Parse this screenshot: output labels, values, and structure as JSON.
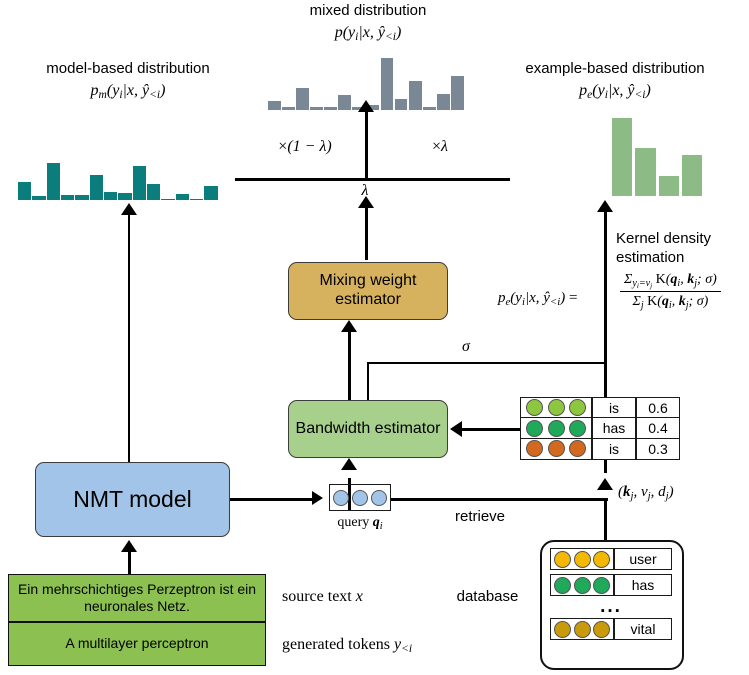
{
  "title": "knn-mt mixing diagram",
  "labels": {
    "model_based_title": "model-based distribution",
    "model_based_formula": "p_m(y_i|x, ŷ_<i)",
    "mixed_title": "mixed distribution",
    "mixed_formula": "p(y_i|x, ŷ_<i)",
    "example_based_title": "example-based distribution",
    "example_based_formula": "p_e(y_i|x, ŷ_<i)",
    "times_one_minus_lambda": "×(1 − λ)",
    "times_lambda": "×λ",
    "lambda": "λ",
    "sigma": "σ",
    "kde_title_line1": "Kernel density",
    "kde_title_line2": "estimation",
    "kde_lhs": "p_e(y_i|x, ŷ_<i) =",
    "kde_numerator": "Σ_{y_i=v_j} K(q_i, k_j; σ)",
    "kde_denominator": "Σ_j K(q_i, k_j; σ)",
    "retrieve": "retrieve",
    "query": "query q_i",
    "kvd_tuple": "(k_j, v_j, d_j)",
    "database": "database",
    "source_text": "source text x",
    "generated_tokens": "generated tokens y_<i"
  },
  "boxes": {
    "mixing_weight_estimator": "Mixing weight estimator",
    "bandwidth_estimator": "Bandwidth estimator",
    "nmt_model": "NMT model",
    "source_sentence": "Ein mehrschichtiges Perzeptron ist ein neuronales Netz.",
    "generated_sentence": "A multilayer perceptron"
  },
  "colors": {
    "teal": "#0c7d7d",
    "slate": "#7a8896",
    "green_hist": "#8cbb85",
    "gold_box": "#d6b25e",
    "green_box": "#a8d08d",
    "blue_box": "#a2c4e8",
    "src_green": "#8cc152",
    "dot_light_green": "#8dc63f",
    "dot_green": "#1eaa5a",
    "dot_orange": "#d2691e",
    "dot_yellow": "#f5b800",
    "dot_dark_yellow": "#c99a09",
    "dot_blue": "#a2c4e8"
  },
  "chart_data": [
    {
      "type": "bar",
      "name": "model-based distribution",
      "title": "model-based distribution p_m(y_i|x, ŷ_<i)",
      "color": "#0c7d7d",
      "values": [
        0.46,
        0.1,
        0.92,
        0.12,
        0.12,
        0.62,
        0.2,
        0.18,
        0.84,
        0.4,
        0.03,
        0.15,
        0.02,
        0.36
      ],
      "ylim": [
        0,
        1
      ]
    },
    {
      "type": "bar",
      "name": "mixed distribution",
      "title": "mixed distribution p(y_i|x, ŷ_<i)",
      "color": "#7a8896",
      "values": [
        0.18,
        0.05,
        0.42,
        0.06,
        0.06,
        0.28,
        0.05,
        0.1,
        1.0,
        0.22,
        0.56,
        0.05,
        0.3,
        0.66
      ],
      "ylim": [
        0,
        1
      ]
    },
    {
      "type": "bar",
      "name": "example-based distribution",
      "title": "example-based distribution p_e(y_i|x, ŷ_<i)",
      "color": "#8cbb85",
      "values": [
        1.0,
        0.62,
        0.26,
        0.52
      ],
      "ylim": [
        0,
        1
      ]
    }
  ],
  "retrieved_table": {
    "rows": [
      {
        "dot_color": "#8dc63f",
        "value": "is",
        "score": "0.6"
      },
      {
        "dot_color": "#1eaa5a",
        "value": "has",
        "score": "0.4"
      },
      {
        "dot_color": "#d2691e",
        "value": "is",
        "score": "0.3"
      }
    ]
  },
  "database_table": {
    "rows": [
      {
        "dot_color": "#f5b800",
        "value": "user"
      },
      {
        "dot_color": "#1eaa5a",
        "value": "has"
      }
    ],
    "ellipsis": "...",
    "last_row": {
      "dot_color": "#c99a09",
      "value": "vital"
    }
  }
}
